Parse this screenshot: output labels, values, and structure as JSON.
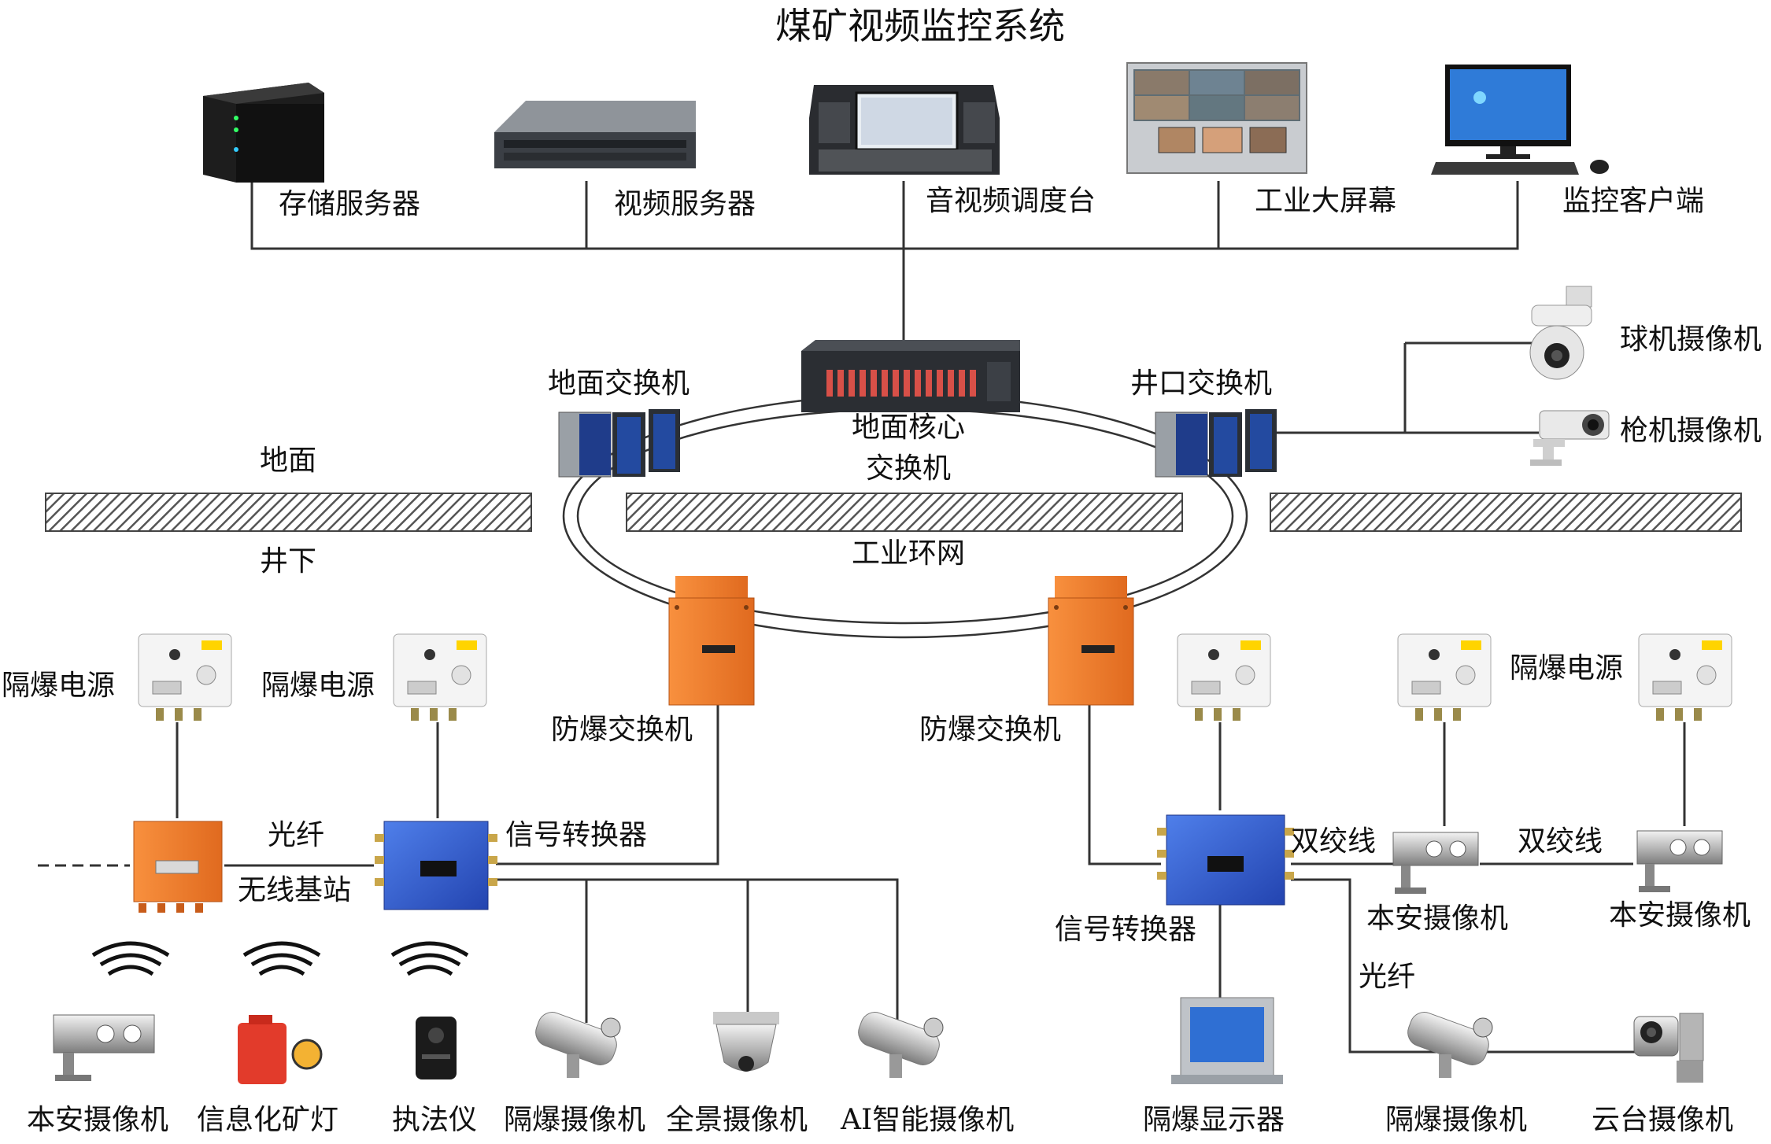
{
  "title": "煤矿视频监控系统",
  "top_devices": {
    "storage": "存储服务器",
    "video_server": "视频服务器",
    "av_console": "音视频调度台",
    "big_screen": "工业大屏幕",
    "client": "监控客户端"
  },
  "core": {
    "ground_switch": "地面交换机",
    "core_switch_line1": "地面核心",
    "core_switch_line2": "交换机",
    "well_switch": "井口交换机",
    "ring": "工业环网",
    "ground": "地面",
    "underground": "井下"
  },
  "surface_cams": {
    "dome": "球机摄像机",
    "bullet": "枪机摄像机"
  },
  "left_branch": {
    "psu1": "隔爆电源",
    "psu2": "隔爆电源",
    "fiber": "光纤",
    "base_station": "无线基站",
    "converter": "信号转换器",
    "ex_switch": "防爆交换机"
  },
  "right_branch": {
    "ex_switch": "防爆交换机",
    "psu": "隔爆电源",
    "twisted1": "双绞线",
    "twisted2": "双绞线",
    "converter": "信号转换器",
    "cam1": "本安摄像机",
    "cam2": "本安摄像机",
    "fiber": "光纤"
  },
  "bottom_left": [
    "本安摄像机",
    "信息化矿灯",
    "执法仪",
    "隔爆摄像机",
    "全景摄像机",
    "AI智能摄像机"
  ],
  "bottom_right": [
    "隔爆显示器",
    "隔爆摄像机",
    "云台摄像机"
  ],
  "colors": {
    "line": "#333333",
    "orange": "#f07a2e",
    "blue": "#2f5fd0",
    "hatch": "#555555"
  }
}
